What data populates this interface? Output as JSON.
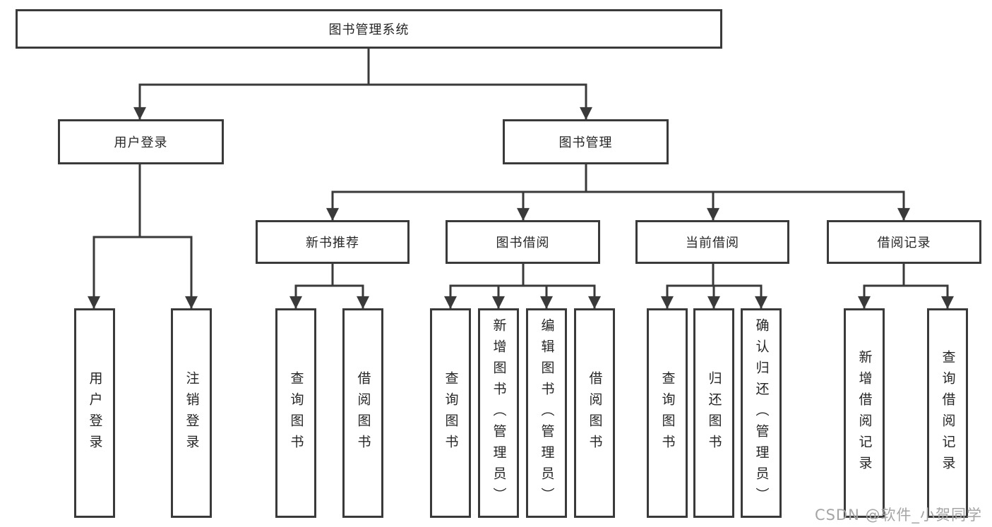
{
  "diagram": {
    "root": {
      "label": "图书管理系统"
    },
    "level2": [
      {
        "label": "用户登录"
      },
      {
        "label": "图书管理"
      }
    ],
    "login_children": [
      {
        "label": "用户登录"
      },
      {
        "label": "注销登录"
      }
    ],
    "mgmt_modules": [
      {
        "label": "新书推荐",
        "children": [
          {
            "label": "查询图书"
          },
          {
            "label": "借阅图书"
          }
        ]
      },
      {
        "label": "图书借阅",
        "children": [
          {
            "label": "查询图书"
          },
          {
            "label": "新增图书（管理员）"
          },
          {
            "label": "编辑图书（管理员）"
          },
          {
            "label": "借阅图书"
          }
        ]
      },
      {
        "label": "当前借阅",
        "children": [
          {
            "label": "查询图书"
          },
          {
            "label": "归还图书"
          },
          {
            "label": "确认归还（管理员）"
          }
        ]
      },
      {
        "label": "借阅记录",
        "children": [
          {
            "label": "新增借阅记录"
          },
          {
            "label": "查询借阅记录"
          }
        ]
      }
    ]
  },
  "watermark": {
    "text": "CSDN @软件_小贺同学"
  },
  "colors": {
    "line": "#3a3a3a",
    "box_border": "#3a3a3a",
    "text": "#262626",
    "watermark": "#a5a5a5",
    "background": "#ffffff"
  }
}
